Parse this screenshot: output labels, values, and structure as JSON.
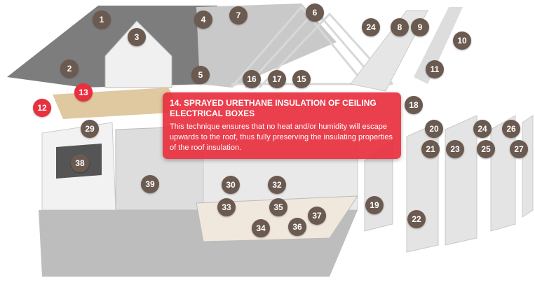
{
  "markers": [
    "1",
    "2",
    "3",
    "4",
    "5",
    "6",
    "7",
    "8",
    "9",
    "10",
    "11",
    "12",
    "13",
    "15",
    "16",
    "17",
    "18",
    "19",
    "20",
    "21",
    "22",
    "23",
    "24",
    "24",
    "25",
    "26",
    "27",
    "29",
    "30",
    "32",
    "33",
    "34",
    "35",
    "36",
    "37",
    "38",
    "39"
  ],
  "tooltip": {
    "title": "14. SPRAYED URETHANE INSULATION OF CEILING ELECTRICAL BOXES",
    "body": "This technique ensures that no heat and/or humidity will escape upwards to the roof, thus fully preserving the insulating properties of the roof insulation."
  },
  "colors": {
    "marker": "#6b5a50",
    "active": "#e8303f"
  }
}
